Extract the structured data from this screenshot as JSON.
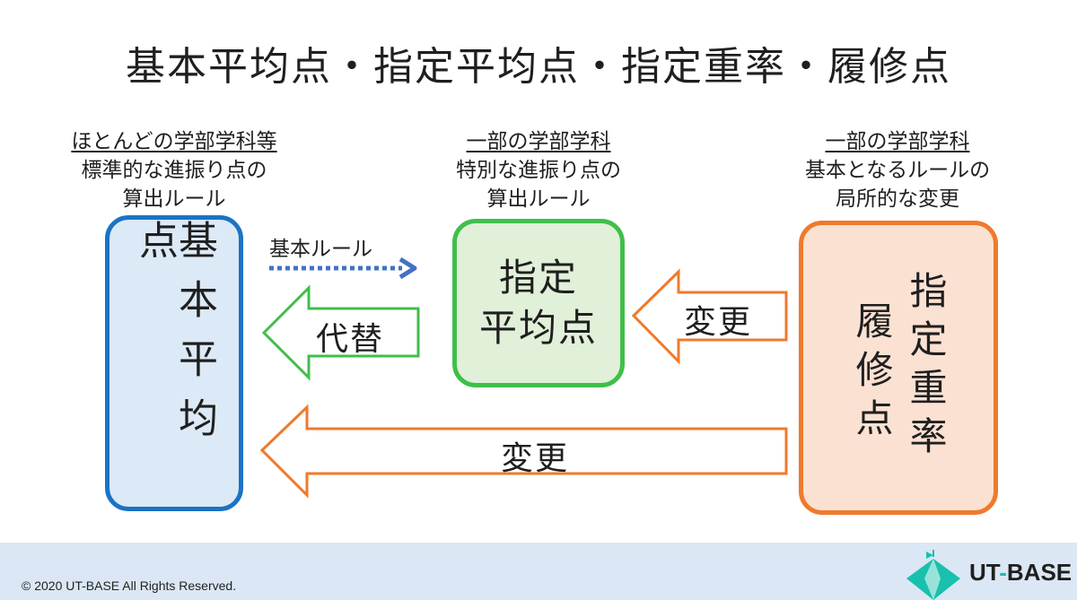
{
  "title": "基本平均点・指定平均点・指定重率・履修点",
  "columns": {
    "left": {
      "line1": "ほとんどの学部学科等",
      "line2": "標準的な進振り点の",
      "line3": "算出ルール"
    },
    "middle": {
      "line1": "一部の学部学科",
      "line2": "特別な進振り点の",
      "line3": "算出ルール"
    },
    "right": {
      "line1": "一部の学部学科",
      "line2": "基本となるルールの",
      "line3": "局所的な変更"
    }
  },
  "boxes": {
    "blue": "基本平均点",
    "green_line1": "指定",
    "green_line2": "平均点",
    "orange_col1": "指定重率",
    "orange_col2": "履修点"
  },
  "arrows": {
    "basic_rule": "基本ルール",
    "substitute": "代替",
    "change_top": "変更",
    "change_bottom": "変更"
  },
  "colors": {
    "blue": "#1a73c6",
    "green": "#3fbf4a",
    "orange": "#ef7a2c",
    "dotted": "#4472c4",
    "logo_teal": "#19c0ad"
  },
  "footer": {
    "copyright": "© 2020 UT-BASE All Rights Reserved.",
    "logo_part1": "UT",
    "logo_dash": "-",
    "logo_part2": "BASE"
  }
}
